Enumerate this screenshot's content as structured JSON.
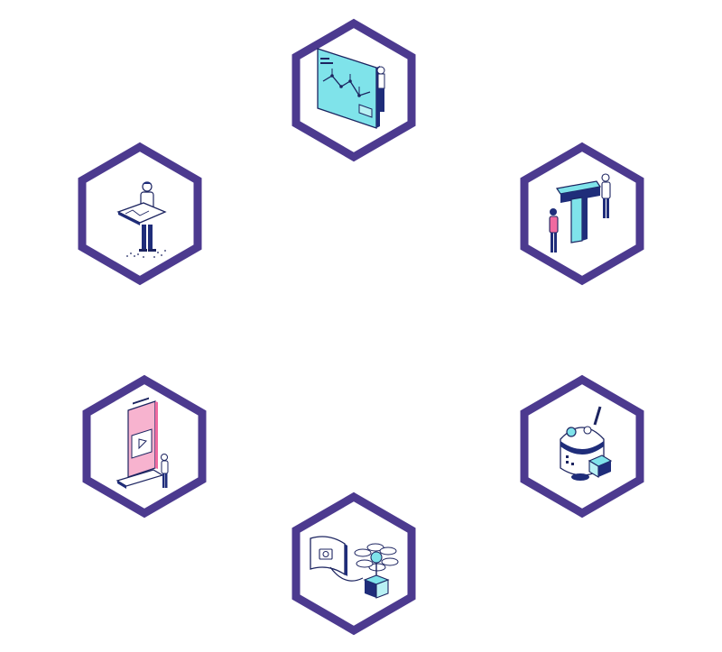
{
  "colors": {
    "hex_border": "#4c3a8f",
    "navy": "#1f2d7a",
    "cyan": "#7fe3ea",
    "cyan_light": "#b9f1f4",
    "pink": "#f06aa0",
    "pink_light": "#f7b3cf",
    "line": "#1c2460",
    "white": "#ffffff"
  },
  "hexagons": [
    {
      "id": "top",
      "illustration": "analytics-board-icon"
    },
    {
      "id": "upper-left",
      "illustration": "person-holding-panel-icon"
    },
    {
      "id": "upper-right",
      "illustration": "typography-letter-t-icon"
    },
    {
      "id": "lower-left",
      "illustration": "mobile-video-display-icon"
    },
    {
      "id": "lower-right",
      "illustration": "robot-icon"
    },
    {
      "id": "bottom",
      "illustration": "camera-flower-connection-icon"
    }
  ]
}
